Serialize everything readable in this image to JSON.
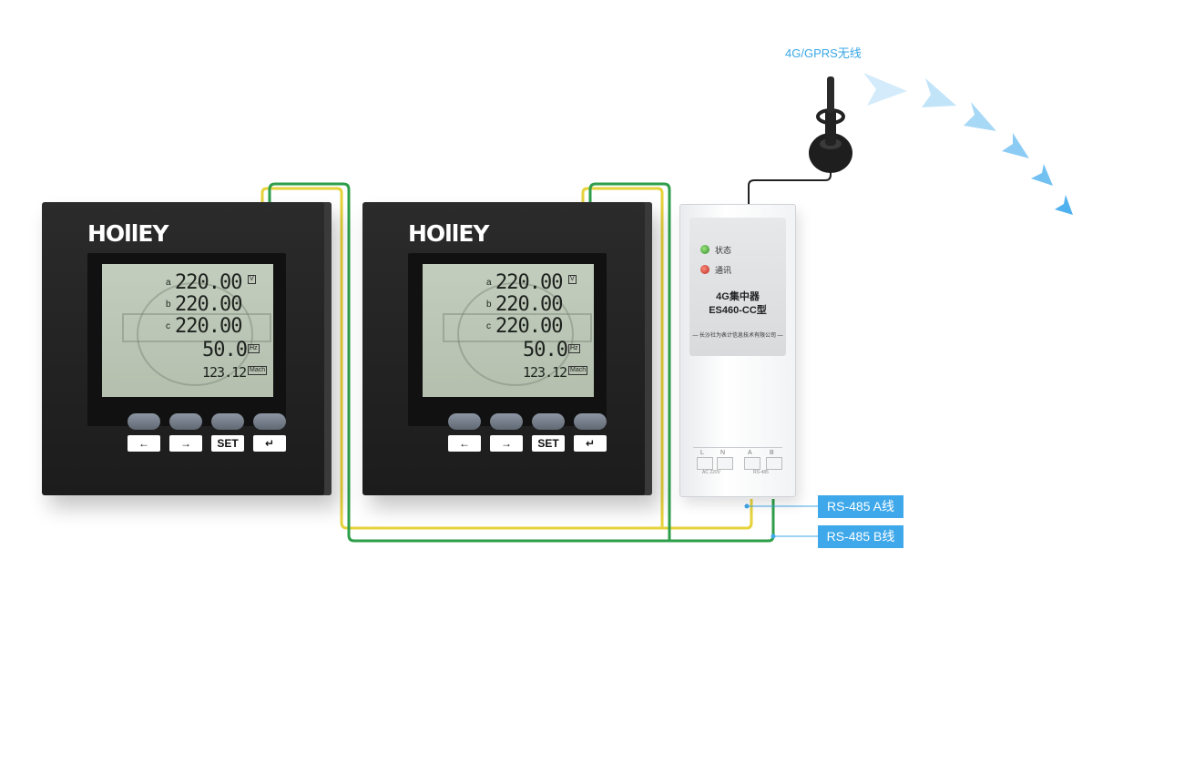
{
  "wireless": {
    "label": "4G/GPRS无线"
  },
  "meters": [
    {
      "brand": "HOllEY",
      "lcd": {
        "rows": [
          {
            "phase": "a",
            "value": "220.00",
            "unit": "V"
          },
          {
            "phase": "b",
            "value": "220.00",
            "unit": ""
          },
          {
            "phase": "c",
            "value": "220.00",
            "unit": ""
          },
          {
            "phase": "",
            "value": "50.0",
            "unit": "Hz"
          },
          {
            "phase": "",
            "value": "123.12",
            "unit": "Mach"
          }
        ]
      },
      "buttons": [
        "←",
        "→",
        "SET",
        "↵"
      ]
    },
    {
      "brand": "HOllEY",
      "lcd": {
        "rows": [
          {
            "phase": "a",
            "value": "220.00",
            "unit": "V"
          },
          {
            "phase": "b",
            "value": "220.00",
            "unit": ""
          },
          {
            "phase": "c",
            "value": "220.00",
            "unit": ""
          },
          {
            "phase": "",
            "value": "50.0",
            "unit": "Hz"
          },
          {
            "phase": "",
            "value": "123.12",
            "unit": "Mach"
          }
        ]
      },
      "buttons": [
        "←",
        "→",
        "SET",
        "↵"
      ]
    }
  ],
  "concentrator": {
    "led_status": "状态",
    "led_comm": "通讯",
    "model_line1": "4G集中器",
    "model_line2": "ES460-CC型",
    "company": "— 长沙社为表计信息技术有限公司 —",
    "terminals": [
      "L",
      "N",
      "A",
      "B"
    ],
    "terminal_sub_left": "AC 220V",
    "terminal_sub_right": "RS-485"
  },
  "bus_labels": {
    "a": "RS-485 A线",
    "b": "RS-485 B线"
  },
  "colors": {
    "wire_a": "#e6d23a",
    "wire_b": "#2e9e4a",
    "accent": "#3ea8ea"
  }
}
